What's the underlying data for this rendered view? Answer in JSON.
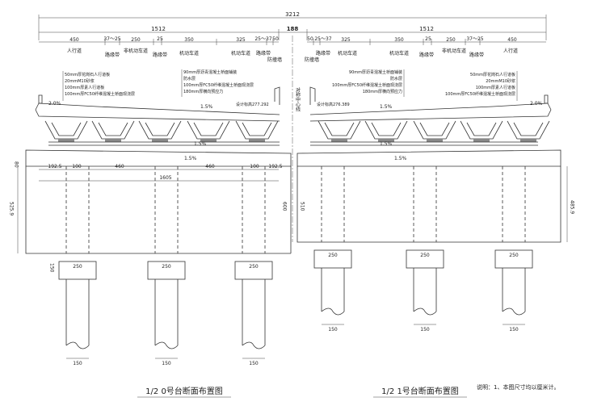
{
  "dims": {
    "total": "3212",
    "half_left": "1512",
    "half_right": "1512",
    "median": "188",
    "left_segments": [
      "450",
      "37～25",
      "250",
      "25",
      "350",
      "325",
      "25～37",
      "50"
    ],
    "right_segments": [
      "50",
      "25～37",
      "325",
      "350",
      "25",
      "250",
      "37～25",
      "450"
    ],
    "cap_left": [
      "192.5",
      "100",
      "460",
      "460",
      "100",
      "192.5"
    ],
    "cap_center": "1605",
    "cap_h": "80",
    "left_abut_h": "525.9",
    "center_h": "600",
    "right_abut_h": "510",
    "right_side_h": "485.9",
    "pile_cap_w": "250",
    "pile_d": "150",
    "pile_cap_h": "150"
  },
  "lanes_left": [
    "人行道",
    "路缘带",
    "非机动车道",
    "路缘带",
    "机动车道",
    "机动车道",
    "路缘带",
    "防撞墙"
  ],
  "lanes_right": [
    "防撞墙",
    "路缘带",
    "机动车道",
    "机动车道",
    "路缘带",
    "非机动车道",
    "路缘带",
    "人行道"
  ],
  "left_notes_a": [
    "50mm厚花岗石人行道板",
    "20mmM10砂浆",
    "100mm厚素人行道板",
    "100mm厚FC50纤维混凝土桥面现浇层"
  ],
  "left_notes_b": [
    "90mm厚沥青混凝土桥面铺装",
    "防水层",
    "100mm厚FC50纤维混凝土桥面现浇层",
    "180mm厚横向预应力"
  ],
  "right_notes_a": [
    "90mm厚沥青混凝土桥面铺装",
    "防水层",
    "100mm厚FC50纤维混凝土桥面现浇层",
    "180mm厚横向预应力"
  ],
  "right_notes_b": [
    "50mm厚花岗石人行道板",
    "20mmM10砂浆",
    "100mm厚素人行道板",
    "100mm厚FC50纤维混凝土桥面现浇层"
  ],
  "slopes": {
    "left_walk": "2.0%",
    "left_road": "1.5%",
    "right_road": "1.5%",
    "right_walk": "2.0%",
    "cap_left": "1.5%",
    "cap_right": "1.5%",
    "deck_left": "1.5%",
    "deck_right": "1.5%"
  },
  "elev_left": "设计标高277.292",
  "elev_right": "设计标高276.389",
  "centerline": "对称中心线",
  "titles": {
    "left": "1/2 0号台断面布置图",
    "right": "1/2 1号台断面布置图"
  },
  "note": "说明：1、本图尺寸均以厘米计。"
}
